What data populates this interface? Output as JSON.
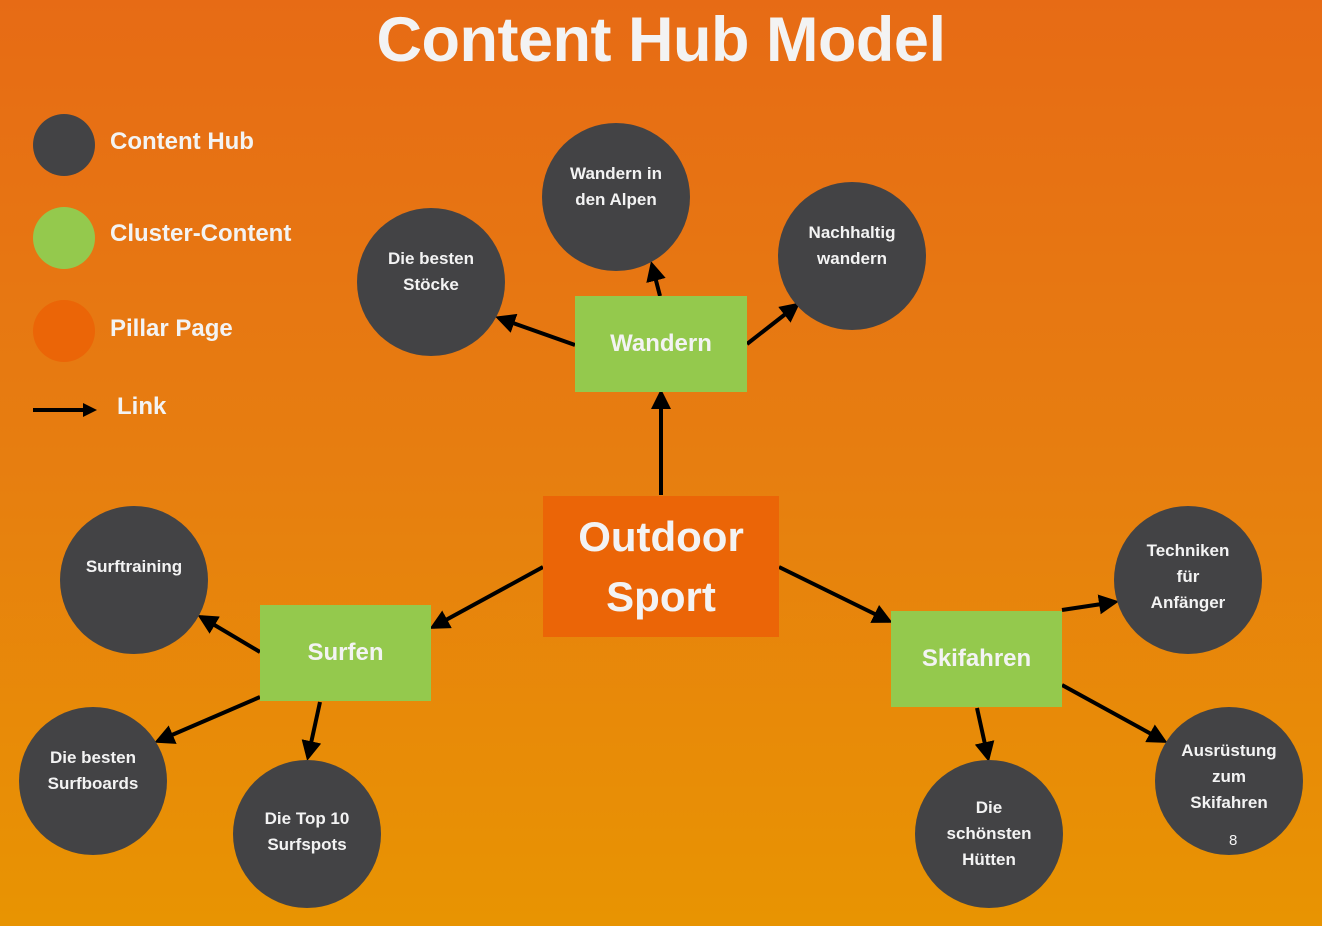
{
  "title": "Content Hub Model",
  "colors": {
    "content_hub": "#434345",
    "cluster_content": "#94c94d",
    "pillar_page": "#eb6507",
    "link": "#000000",
    "text": "#f3f3f3"
  },
  "legend": [
    {
      "label": "Content Hub",
      "kind": "content_hub"
    },
    {
      "label": "Cluster-Content",
      "kind": "cluster_content"
    },
    {
      "label": "Pillar Page",
      "kind": "pillar_page"
    },
    {
      "label": "Link",
      "kind": "link"
    }
  ],
  "pillar": {
    "lines": [
      "Outdoor",
      "Sport"
    ]
  },
  "clusters": [
    {
      "label": "Wandern",
      "hubs": [
        {
          "lines": [
            "Die besten",
            "Stöcke"
          ]
        },
        {
          "lines": [
            "Wandern in",
            "den Alpen"
          ]
        },
        {
          "lines": [
            "Nachhaltig",
            "wandern"
          ]
        }
      ]
    },
    {
      "label": "Surfen",
      "hubs": [
        {
          "lines": [
            "Surftraining"
          ]
        },
        {
          "lines": [
            "Die besten",
            "Surfboards"
          ]
        },
        {
          "lines": [
            "Die Top 10",
            "Surfspots"
          ]
        }
      ]
    },
    {
      "label": "Skifahren",
      "hubs": [
        {
          "lines": [
            "Techniken",
            "für",
            "Anfänger"
          ]
        },
        {
          "lines": [
            "Die",
            "schönsten",
            "Hütten"
          ]
        },
        {
          "lines": [
            "Ausrüstung",
            "zum",
            "Skifahren"
          ]
        }
      ]
    }
  ],
  "page_number": "8"
}
